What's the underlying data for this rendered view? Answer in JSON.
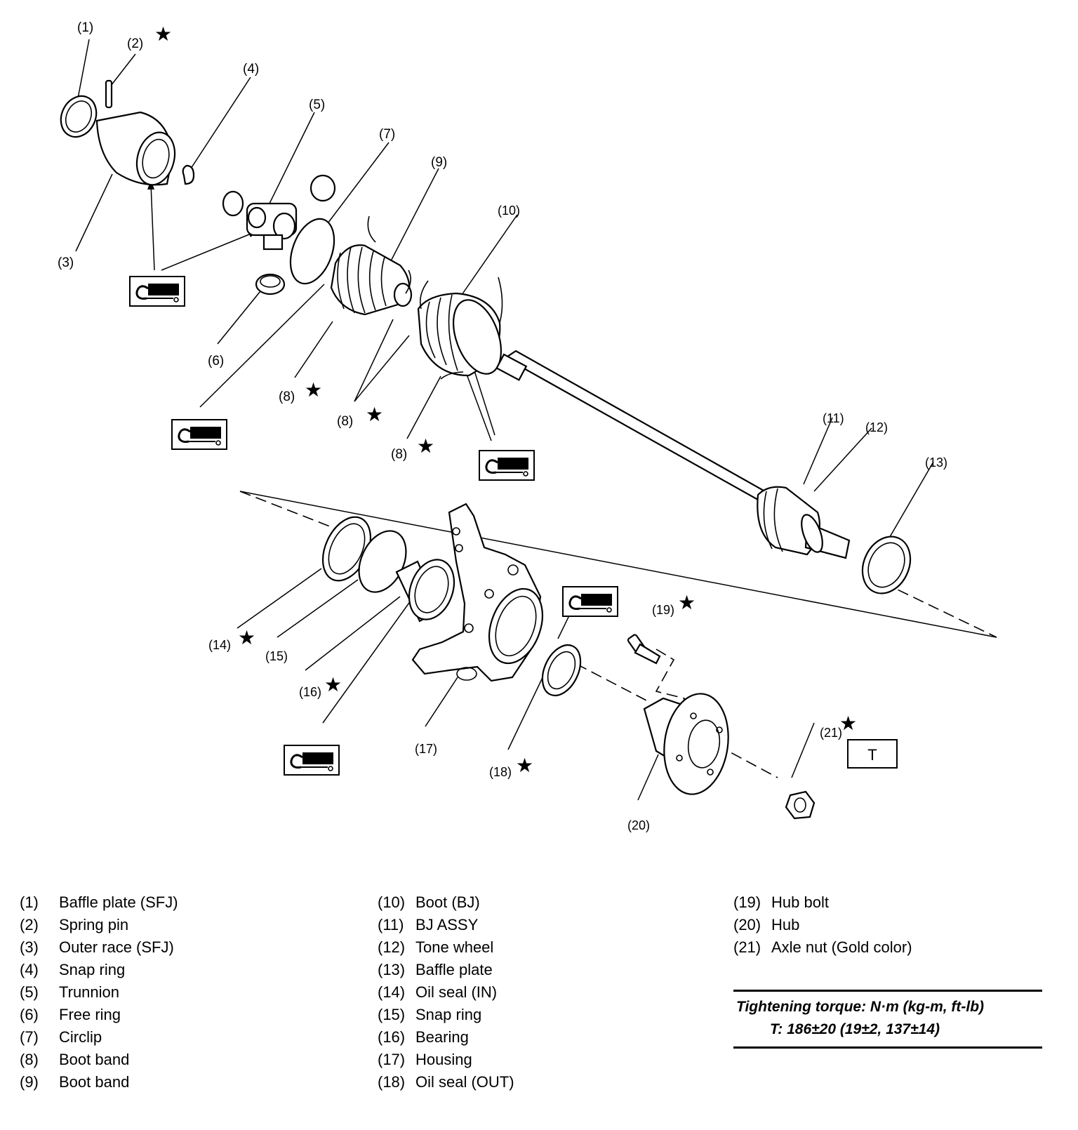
{
  "callouts": {
    "c1": "(1)",
    "c2": "(2)",
    "c3": "(3)",
    "c4": "(4)",
    "c5": "(5)",
    "c6": "(6)",
    "c7": "(7)",
    "c8": "(8)",
    "c9": "(9)",
    "c10": "(10)",
    "c11": "(11)",
    "c12": "(12)",
    "c13": "(13)",
    "c14": "(14)",
    "c15": "(15)",
    "c16": "(16)",
    "c17": "(17)",
    "c18": "(18)",
    "c19": "(19)",
    "c20": "(20)",
    "c21": "(21)"
  },
  "star_symbol": "★",
  "torque_box_letter": "T",
  "icons": {
    "grease": "grease-gun-icon",
    "star": "star-icon"
  },
  "legend": [
    [
      {
        "num": "(1)",
        "name": "Baffle plate (SFJ)"
      },
      {
        "num": "(2)",
        "name": "Spring pin"
      },
      {
        "num": "(3)",
        "name": "Outer race (SFJ)"
      },
      {
        "num": "(4)",
        "name": "Snap ring"
      },
      {
        "num": "(5)",
        "name": "Trunnion"
      },
      {
        "num": "(6)",
        "name": "Free ring"
      },
      {
        "num": "(7)",
        "name": "Circlip"
      },
      {
        "num": "(8)",
        "name": "Boot band"
      },
      {
        "num": "(9)",
        "name": "Boot band"
      }
    ],
    [
      {
        "num": "(10)",
        "name": "Boot (BJ)"
      },
      {
        "num": "(11)",
        "name": "BJ ASSY"
      },
      {
        "num": "(12)",
        "name": "Tone wheel"
      },
      {
        "num": "(13)",
        "name": "Baffle plate"
      },
      {
        "num": "(14)",
        "name": "Oil seal (IN)"
      },
      {
        "num": "(15)",
        "name": "Snap ring"
      },
      {
        "num": "(16)",
        "name": "Bearing"
      },
      {
        "num": "(17)",
        "name": "Housing"
      },
      {
        "num": "(18)",
        "name": "Oil seal (OUT)"
      }
    ],
    [
      {
        "num": "(19)",
        "name": "Hub bolt"
      },
      {
        "num": "(20)",
        "name": "Hub"
      },
      {
        "num": "(21)",
        "name": "Axle nut (Gold color)"
      }
    ]
  ],
  "torque": {
    "title": "Tightening torque: N·m (kg-m, ft-lb)",
    "value": "T: 186±20 (19±2, 137±14)"
  }
}
